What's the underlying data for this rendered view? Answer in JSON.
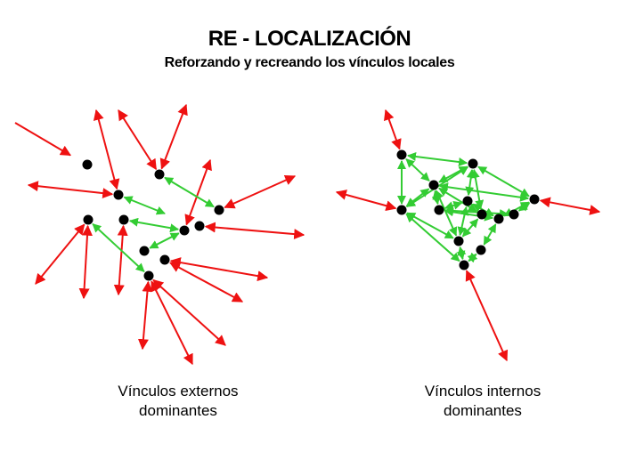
{
  "header": {
    "title": "RE - LOCALIZACIÓN",
    "subtitle": "Reforzando y recreando los vínculos locales"
  },
  "colors": {
    "external_link": "#ee1111",
    "internal_link": "#33cc33",
    "node": "#000000"
  },
  "left_panel": {
    "caption_line1": "Vínculos externos",
    "caption_line2": "dominantes"
  },
  "right_panel": {
    "caption_line1": "Vínculos internos",
    "caption_line2": "dominantes"
  }
}
